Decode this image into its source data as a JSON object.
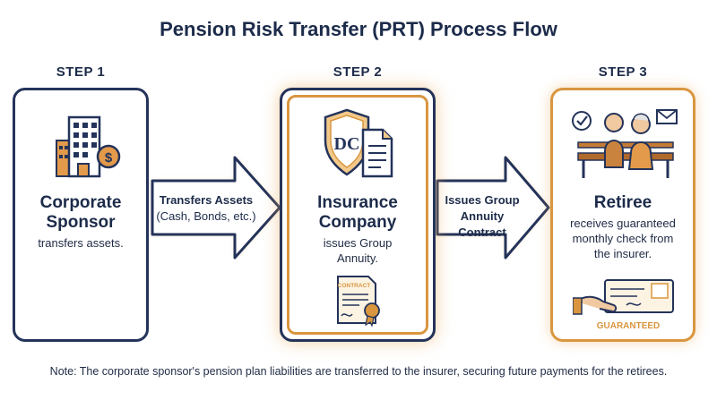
{
  "title": "Pension Risk Transfer (PRT) Process Flow",
  "steps": [
    {
      "label": "STEP 1",
      "title_line1": "Corporate",
      "title_line2": "Sponsor",
      "desc_line1": "transfers assets."
    },
    {
      "label": "STEP 2",
      "title_line1": "Insurance",
      "title_line2": "Company",
      "desc_line1": "issues Group",
      "desc_line2": "Annuity.",
      "contract_badge": "CONTRACT",
      "shield_letters": "DC"
    },
    {
      "label": "STEP 3",
      "title_line1": "Retiree",
      "desc_line1": "receives guaranteed",
      "desc_line2": "monthly check from",
      "desc_line3": "the insurer.",
      "guaranteed_badge": "GUARANTEED"
    }
  ],
  "arrows": [
    {
      "line1": "Transfers Assets",
      "line2": "(Cash, Bonds, etc.)"
    },
    {
      "line1": "Issues Group",
      "line2": "Annuity Contract"
    }
  ],
  "note": "Note: The corporate sponsor's pension plan liabilities are transferred to the insurer, securing future payments for the retirees.",
  "colors": {
    "navy": "#24335a",
    "gold": "#d9963f",
    "light_gold": "#f3c98a"
  }
}
